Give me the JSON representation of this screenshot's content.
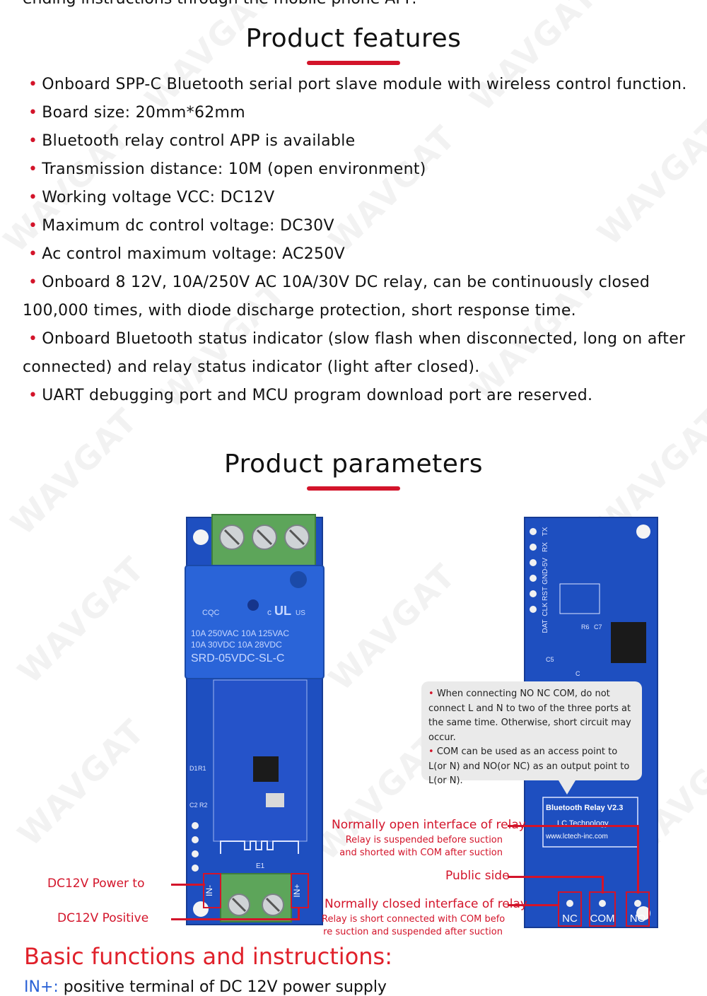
{
  "top_cut_text": "ending instructions through the mobile phone APP.",
  "features": {
    "title": "Product features",
    "bullet": "•",
    "items": [
      "Onboard SPP-C Bluetooth serial port slave module with wireless control function.",
      "Board size: 20mm*62mm",
      "Bluetooth relay control APP is available",
      "Transmission distance: 10M (open environment)",
      "Working voltage VCC: DC12V",
      "Maximum dc control voltage: DC30V",
      "Ac control maximum voltage: AC250V",
      "Onboard 8 12V, 10A/250V AC 10A/30V DC relay, can be continuously closed 100,000 times, with diode discharge protection, short response time.",
      "Onboard Bluetooth status indicator (slow flash when disconnected, long on after connected) and relay status indicator (light after closed).",
      "UART debugging port and MCU program download port are reserved."
    ]
  },
  "parameters": {
    "title": "Product parameters"
  },
  "board_front": {
    "relay_text": [
      "10A 250VAC 10A 125VAC",
      "10A  30VDC 10A  28VDC",
      "SRD-05VDC-SL-C"
    ],
    "cert_marks": [
      "CQC",
      "c",
      "UL",
      "US"
    ],
    "pin_in_minus": "IN-",
    "pin_in_plus": "IN+",
    "silk": [
      "R1",
      "D1",
      "C2",
      "R2",
      "E1"
    ]
  },
  "board_back": {
    "header_labels": [
      "TX",
      "RX",
      "GND-5V",
      "RST",
      "CLK",
      "DAT"
    ],
    "brand_lines": [
      "Bluetooth Relay V2.3",
      "LC Technology",
      "www.lctech-inc.com"
    ],
    "terminals": [
      "NC",
      "COM",
      "NO"
    ],
    "silk": [
      "R6",
      "C7",
      "C5",
      "C"
    ]
  },
  "note": {
    "items": [
      "When connecting NO NC COM, do not connect L and N to two of the three ports at the same time. Otherwise, short circuit may occur.",
      "COM can be used as an access point to L(or N) and NO(or NC) as an output point to L(or N)."
    ]
  },
  "callouts": {
    "power_to": "DC12V Power to",
    "positive": "DC12V Positive",
    "no_title": "Normally open interface of relay",
    "no_desc_1": "Relay is suspended before suction",
    "no_desc_2": "and shorted with COM after suction",
    "public": "Public side",
    "nc_title": "Normally closed interface of relay",
    "nc_desc_1": "Relay is short connected with COM befo",
    "nc_desc_2": "re suction and suspended after suction"
  },
  "basic": {
    "title": "Basic functions and instructions:",
    "cut_pin": "IN+:",
    "cut_text": " positive terminal of DC 12V power supply"
  },
  "watermark": "WAVGAT",
  "colors": {
    "accent_red": "#d3142a",
    "board_blue": "#1e4fc0",
    "relay_blue": "#2a64d8",
    "terminal_green": "#5da55a"
  }
}
